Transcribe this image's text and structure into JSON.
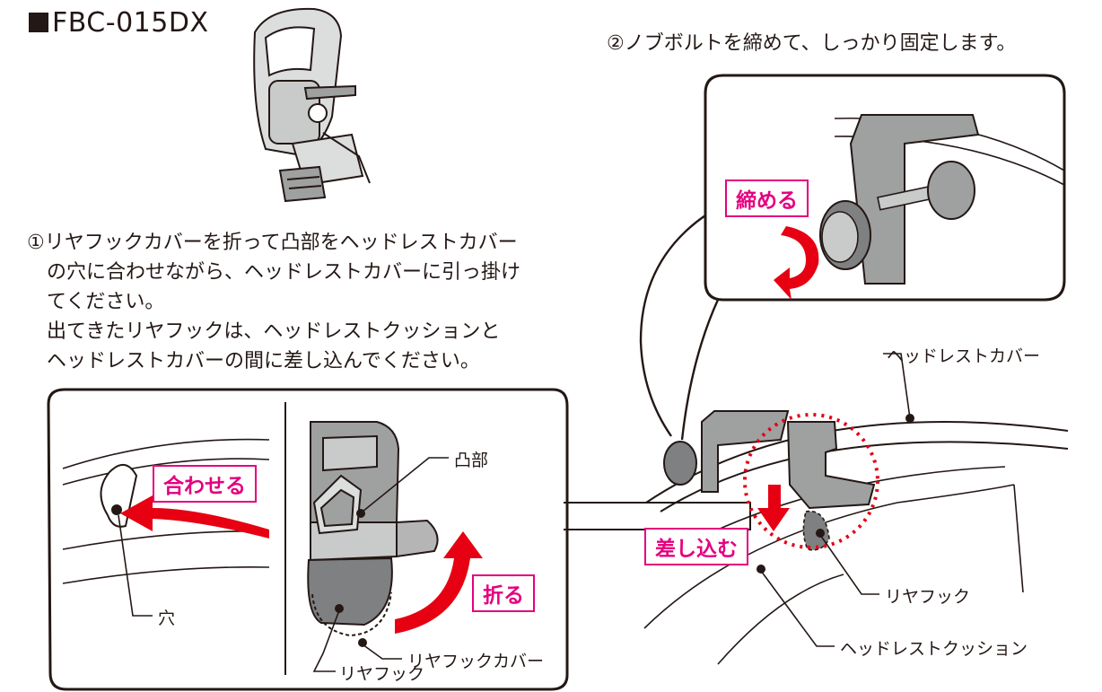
{
  "model": {
    "name": "FBC-015DX"
  },
  "step1": {
    "lines": [
      "①リヤフックカバーを折って凸部をヘッドレストカバー",
      "の穴に合わせながら、ヘッドレストカバーに引っ掛け",
      "てください。",
      "出てきたリヤフックは、ヘッドレストクッションと",
      "ヘッドレストカバーの間に差し込んでください。"
    ]
  },
  "step2": {
    "text": "②ノブボルトを締めて、しっかり固定します。"
  },
  "labels": {
    "tighten": "締める",
    "align": "合わせる",
    "fold": "折る",
    "insert": "差し込む",
    "protrusion": "凸部",
    "hole": "穴",
    "rear_hook_cover": "リヤフックカバー",
    "rear_hook": "リヤフック",
    "rear_hook_main": "リヤフック",
    "headrest_cover": "ヘッドレストカバー",
    "headrest_cushion": "ヘッドレストクッション"
  },
  "colors": {
    "accent": "#e4007f",
    "arrow": "#e60012",
    "ink": "#231815",
    "part_gray": "#9fa0a0"
  }
}
